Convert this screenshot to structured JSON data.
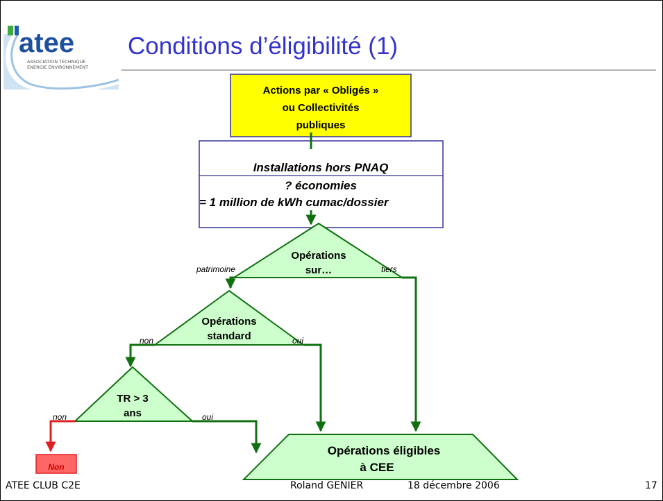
{
  "slide": {
    "title": "Conditions d’éligibilité (1)",
    "logo": {
      "brand": "atee",
      "line1": "ASSOCIATION TECHNIQUE",
      "line2": "ENERGIE ENVIRONNEMENT"
    }
  },
  "diagram": {
    "top_box": [
      "Actions par « Obligés »",
      "ou Collectivités",
      "publiques"
    ],
    "middle_box": [
      "Installations hors PNAQ",
      "? économies",
      "= 1 million de kWh cumac/dossier"
    ],
    "decision_1": {
      "lines": [
        "Opérations",
        "sur…"
      ],
      "left": "patrimoine",
      "right": "tiers"
    },
    "decision_2": {
      "lines": [
        "Opérations",
        "standard"
      ],
      "left": "non",
      "right": "oui"
    },
    "decision_3": {
      "lines": [
        "TR > 3",
        "ans"
      ],
      "left": "non",
      "right": "oui"
    },
    "result_eligible": [
      "Opérations éligibles",
      "à CEE"
    ],
    "result_non": "Non"
  },
  "colors": {
    "title": "#3333cc",
    "box_fill_yellow": "#ffff00",
    "box_border": "#333399",
    "shape_fill_green": "#ccffcc",
    "arrow_green": "#107010",
    "arrow_red": "#e02020",
    "non_fill": "#ff6666"
  },
  "footer": {
    "left": "ATEE CLUB C2E",
    "author": "Roland GENIER",
    "date": "18 décembre 2006",
    "page": "17"
  }
}
